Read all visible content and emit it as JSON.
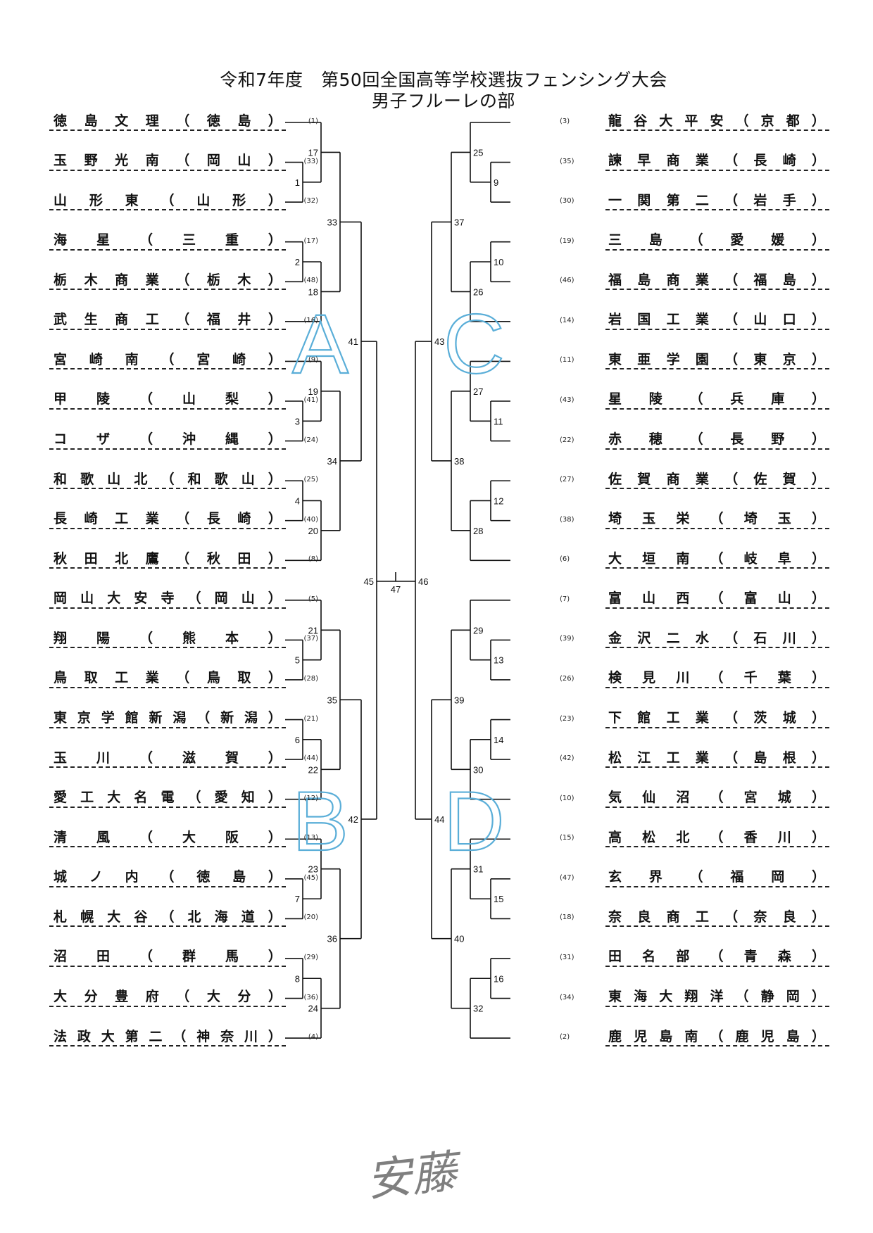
{
  "title": {
    "line1": "令和7年度　第50回全国高等学校選抜フェンシング大会",
    "line2": "男子フルーレの部"
  },
  "zones": [
    "A",
    "B",
    "C",
    "D"
  ],
  "left_teams": [
    {
      "school": "徳島文理",
      "pref": "徳島",
      "seed": "(1)"
    },
    {
      "school": "玉野光南",
      "pref": "岡山",
      "seed": "(33)"
    },
    {
      "school": "山形東",
      "pref": "山形",
      "seed": "(32)"
    },
    {
      "school": "海星",
      "pref": "三重",
      "seed": "(17)"
    },
    {
      "school": "栃木商業",
      "pref": "栃木",
      "seed": "(48)"
    },
    {
      "school": "武生商工",
      "pref": "福井",
      "seed": "(16)"
    },
    {
      "school": "宮崎南",
      "pref": "宮崎",
      "seed": "(9)"
    },
    {
      "school": "甲陵",
      "pref": "山梨",
      "seed": "(41)"
    },
    {
      "school": "コザ",
      "pref": "沖縄",
      "seed": "(24)"
    },
    {
      "school": "和歌山北",
      "pref": "和歌山",
      "seed": "(25)"
    },
    {
      "school": "長崎工業",
      "pref": "長崎",
      "seed": "(40)"
    },
    {
      "school": "秋田北鷹",
      "pref": "秋田",
      "seed": "(8)"
    },
    {
      "school": "岡山大安寺",
      "pref": "岡山",
      "seed": "(5)"
    },
    {
      "school": "翔陽",
      "pref": "熊本",
      "seed": "(37)"
    },
    {
      "school": "鳥取工業",
      "pref": "鳥取",
      "seed": "(28)"
    },
    {
      "school": "東京学館新潟",
      "pref": "新潟",
      "seed": "(21)"
    },
    {
      "school": "玉川",
      "pref": "滋賀",
      "seed": "(44)"
    },
    {
      "school": "愛工大名電",
      "pref": "愛知",
      "seed": "(12)"
    },
    {
      "school": "清風",
      "pref": "大阪",
      "seed": "(13)"
    },
    {
      "school": "城ノ内",
      "pref": "徳島",
      "seed": "(45)"
    },
    {
      "school": "札幌大谷",
      "pref": "北海道",
      "seed": "(20)"
    },
    {
      "school": "沼田",
      "pref": "群馬",
      "seed": "(29)"
    },
    {
      "school": "大分豊府",
      "pref": "大分",
      "seed": "(36)"
    },
    {
      "school": "法政大第二",
      "pref": "神奈川",
      "seed": "(4)"
    }
  ],
  "right_teams": [
    {
      "school": "龍谷大平安",
      "pref": "京都",
      "seed": "(3)"
    },
    {
      "school": "諫早商業",
      "pref": "長崎",
      "seed": "(35)"
    },
    {
      "school": "一関第二",
      "pref": "岩手",
      "seed": "(30)"
    },
    {
      "school": "三島",
      "pref": "愛媛",
      "seed": "(19)"
    },
    {
      "school": "福島商業",
      "pref": "福島",
      "seed": "(46)"
    },
    {
      "school": "岩国工業",
      "pref": "山口",
      "seed": "(14)"
    },
    {
      "school": "東亜学園",
      "pref": "東京",
      "seed": "(11)"
    },
    {
      "school": "星陵",
      "pref": "兵庫",
      "seed": "(43)"
    },
    {
      "school": "赤穂",
      "pref": "長野",
      "seed": "(22)"
    },
    {
      "school": "佐賀商業",
      "pref": "佐賀",
      "seed": "(27)"
    },
    {
      "school": "埼玉栄",
      "pref": "埼玉",
      "seed": "(38)"
    },
    {
      "school": "大垣南",
      "pref": "岐阜",
      "seed": "(6)"
    },
    {
      "school": "富山西",
      "pref": "富山",
      "seed": "(7)"
    },
    {
      "school": "金沢二水",
      "pref": "石川",
      "seed": "(39)"
    },
    {
      "school": "検見川",
      "pref": "千葉",
      "seed": "(26)"
    },
    {
      "school": "下館工業",
      "pref": "茨城",
      "seed": "(23)"
    },
    {
      "school": "松江工業",
      "pref": "島根",
      "seed": "(42)"
    },
    {
      "school": "気仙沼",
      "pref": "宮城",
      "seed": "(10)"
    },
    {
      "school": "高松北",
      "pref": "香川",
      "seed": "(15)"
    },
    {
      "school": "玄界",
      "pref": "福岡",
      "seed": "(47)"
    },
    {
      "school": "奈良商工",
      "pref": "奈良",
      "seed": "(18)"
    },
    {
      "school": "田名部",
      "pref": "青森",
      "seed": "(31)"
    },
    {
      "school": "東海大翔洋",
      "pref": "静岡",
      "seed": "(34)"
    },
    {
      "school": "鹿児島南",
      "pref": "鹿児島",
      "seed": "(2)"
    }
  ],
  "matches": {
    "round1_left": [
      "1",
      "2",
      "3",
      "4",
      "5",
      "6",
      "7",
      "8"
    ],
    "round1_right": [
      "9",
      "10",
      "11",
      "12",
      "13",
      "14",
      "15",
      "16"
    ],
    "round2_left": [
      "17",
      "18",
      "19",
      "20",
      "21",
      "22",
      "23",
      "24"
    ],
    "round2_right": [
      "25",
      "26",
      "27",
      "28",
      "29",
      "30",
      "31",
      "32"
    ],
    "round3_left": [
      "33",
      "34",
      "35",
      "36"
    ],
    "round3_right": [
      "37",
      "38",
      "39",
      "40"
    ],
    "quarter_left": [
      "41",
      "42"
    ],
    "quarter_right": [
      "43",
      "44"
    ],
    "semi_left": "45",
    "semi_right": "46",
    "final": "47"
  },
  "signature": "安藤"
}
